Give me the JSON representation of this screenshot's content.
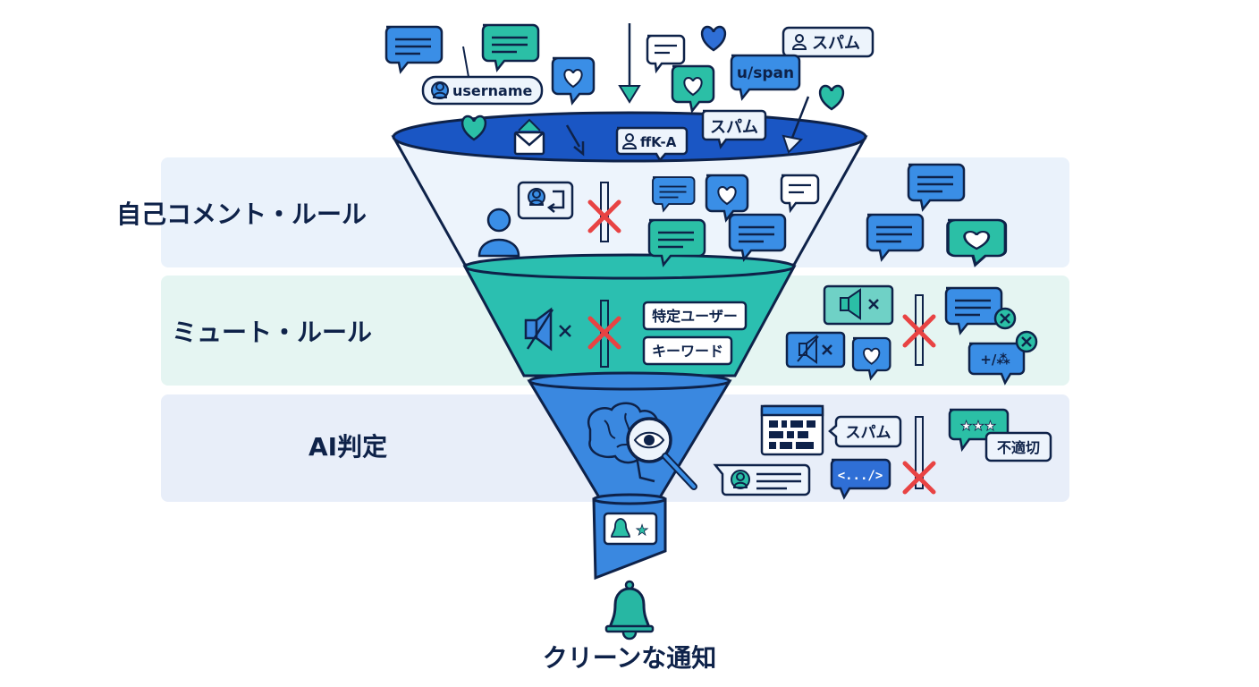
{
  "stages": [
    {
      "id": "self",
      "label": "自己コメント・ルール"
    },
    {
      "id": "mute",
      "label": "ミュート・ルール"
    },
    {
      "id": "ai",
      "label": "AI判定"
    }
  ],
  "incoming_tags": {
    "username": "username",
    "uspan": "u/span",
    "spam_top": "スパム",
    "spam_mid": "スパム",
    "garbled": "ffK-A"
  },
  "mute_tags": {
    "user": "特定ユーザー",
    "keyword": "キーワード"
  },
  "mute_rejected_tag": "+/⁂",
  "ai_tags": {
    "spam": "スパム",
    "inappropriate": "不適切",
    "code": "<.../>"
  },
  "output_label": "クリーンな通知",
  "colors": {
    "navy": "#0e2249",
    "funnel_rim": "#1a56c4",
    "funnel_top_body": "#edf4fc",
    "funnel_mid_body": "#2bbfb0",
    "funnel_ai_body": "#3a88e0",
    "bubble_blue": "#3a8ee6",
    "bubble_teal": "#2bbfa6",
    "reject_red": "#e84343",
    "bell_teal": "#27b7a3"
  },
  "icons": [
    "chat-bubble-icon",
    "heart-bubble-icon",
    "user-icon",
    "envelope-icon",
    "mute-icon",
    "brain-icon",
    "magnifier-eye-icon",
    "bell-icon",
    "star-icon",
    "reject-x-icon",
    "arrow-down-icon",
    "code-icon"
  ]
}
